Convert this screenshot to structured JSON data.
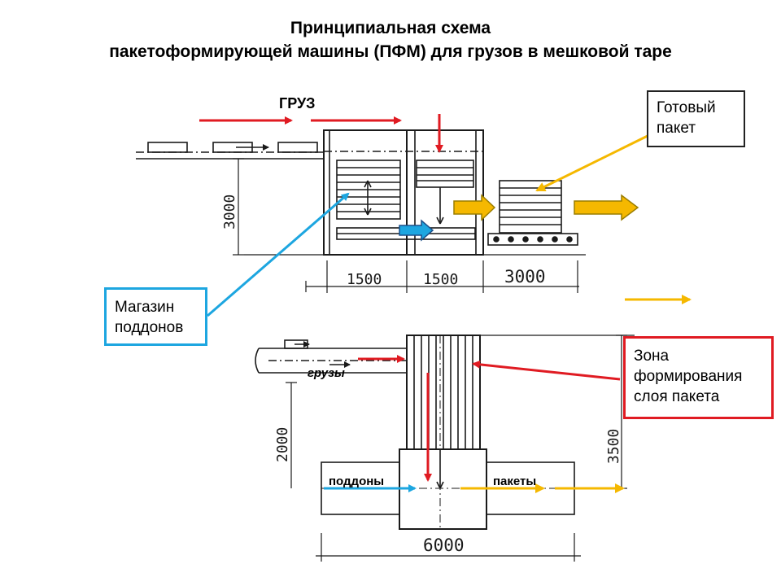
{
  "title": {
    "line1": "Принципиальная  схема",
    "line2": "пакетоформирующей  машины (ПФМ) для грузов в мешковой таре"
  },
  "labels": {
    "gruz": "ГРУЗ",
    "gruzy": "грузы",
    "poddony": "поддоны",
    "pakety": "пакеты"
  },
  "callouts": {
    "ready": [
      "Готовый",
      "пакет"
    ],
    "magazine": [
      "Магазин",
      "поддонов"
    ],
    "zone": [
      "Зона",
      "формирования",
      "слоя пакета"
    ]
  },
  "dimensions": {
    "h3000": "3000",
    "w1500a": "1500",
    "w1500b": "1500",
    "w3000": "3000",
    "h2000": "2000",
    "h3500": "3500",
    "w6000": "6000"
  },
  "colors": {
    "red": "#e01b22",
    "blue": "#1da6e0",
    "yellow": "#f5b800",
    "ink": "#1a1a1a"
  }
}
